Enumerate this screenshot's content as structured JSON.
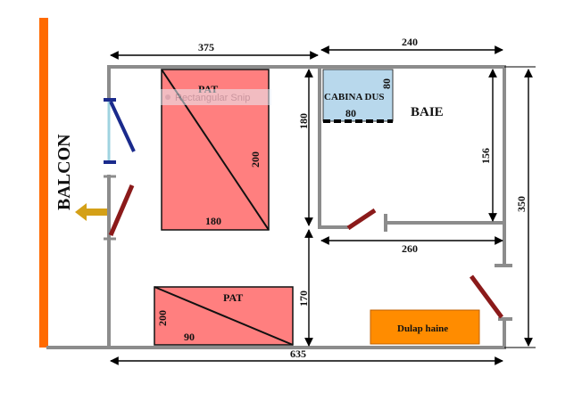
{
  "labels": {
    "balcon": "BALCON",
    "baie": "BAIE",
    "cabina_dus": "CABINA DUS",
    "pat_1": "PAT",
    "pat_2": "PAT",
    "dulap_haine": "Dulap haine",
    "snip_tooltip": "Rectangular Snip"
  },
  "dimensions": {
    "top_left_width": "375",
    "top_right_width": "240",
    "bottom_total": "635",
    "left_room_height": "180",
    "bathroom_width": "260",
    "bathroom_height": "156",
    "right_total_height": "350",
    "lower_height": "170",
    "bed1_length": "200",
    "bed1_width": "180",
    "bed2_length": "200",
    "bed2_width": "90",
    "shower_width": "80",
    "shower_depth": "80"
  },
  "colors": {
    "wall": "#8c8c8c",
    "balcony": "#ff6a00",
    "bed": "#ff7f7f",
    "shower": "#b8d8ec",
    "wardrobe": "#ff8c00",
    "door": "#8b1a1a",
    "window": "#1a2a8c",
    "exit_arrow": "#d4a017"
  }
}
